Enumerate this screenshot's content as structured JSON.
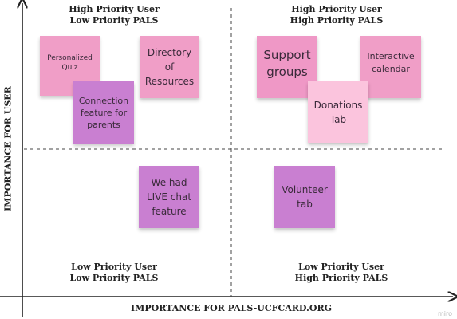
{
  "quadrants": {
    "top_left": {
      "line1": "High Priority User",
      "line2": "Low Priority PALS"
    },
    "top_right": {
      "line1": "High Priority User",
      "line2": "High Priority PALS"
    },
    "bottom_left": {
      "line1": "Low Priority User",
      "line2": "Low Priority PALS"
    },
    "bottom_right": {
      "line1": "Low Priority User",
      "line2": "High Priority PALS"
    }
  },
  "axes": {
    "x_title": "IMPORTANCE FOR PALS-UCFCARD.ORG",
    "y_title": "IMPORTANCE FOR USER"
  },
  "notes": {
    "personalized_quiz": {
      "text": "Personalized Quiz",
      "color": "#f09ec7"
    },
    "connection_feature": {
      "text": "Connection feature for parents",
      "color": "#c97fd1"
    },
    "directory_resources": {
      "text": "Directory of Resources",
      "color": "#f09ec7"
    },
    "support_groups": {
      "text": "Support groups",
      "color": "#ef98c6"
    },
    "donations_tab": {
      "text": "Donations Tab",
      "color": "#fbc4dd"
    },
    "interactive_calendar": {
      "text": "Interactive calendar",
      "color": "#f09ec7"
    },
    "live_chat": {
      "text": "We had LIVE chat feature",
      "color": "#c97fd1"
    },
    "volunteer_tab": {
      "text": "Volunteer tab",
      "color": "#c97fd1"
    }
  },
  "watermark": "miro"
}
